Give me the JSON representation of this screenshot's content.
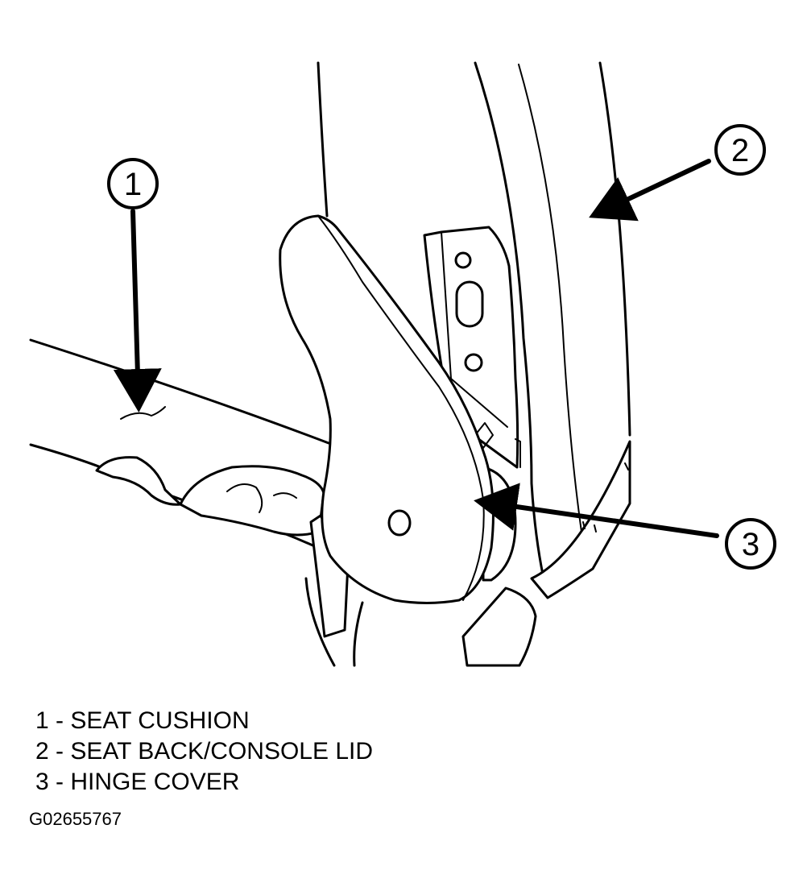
{
  "callouts": [
    {
      "number": "1"
    },
    {
      "number": "2"
    },
    {
      "number": "3"
    }
  ],
  "legend": [
    {
      "text": "1 - SEAT CUSHION"
    },
    {
      "text": "2 - SEAT BACK/CONSOLE LID"
    },
    {
      "text": "3 - HINGE COVER"
    }
  ],
  "figure_id": "G02655767"
}
